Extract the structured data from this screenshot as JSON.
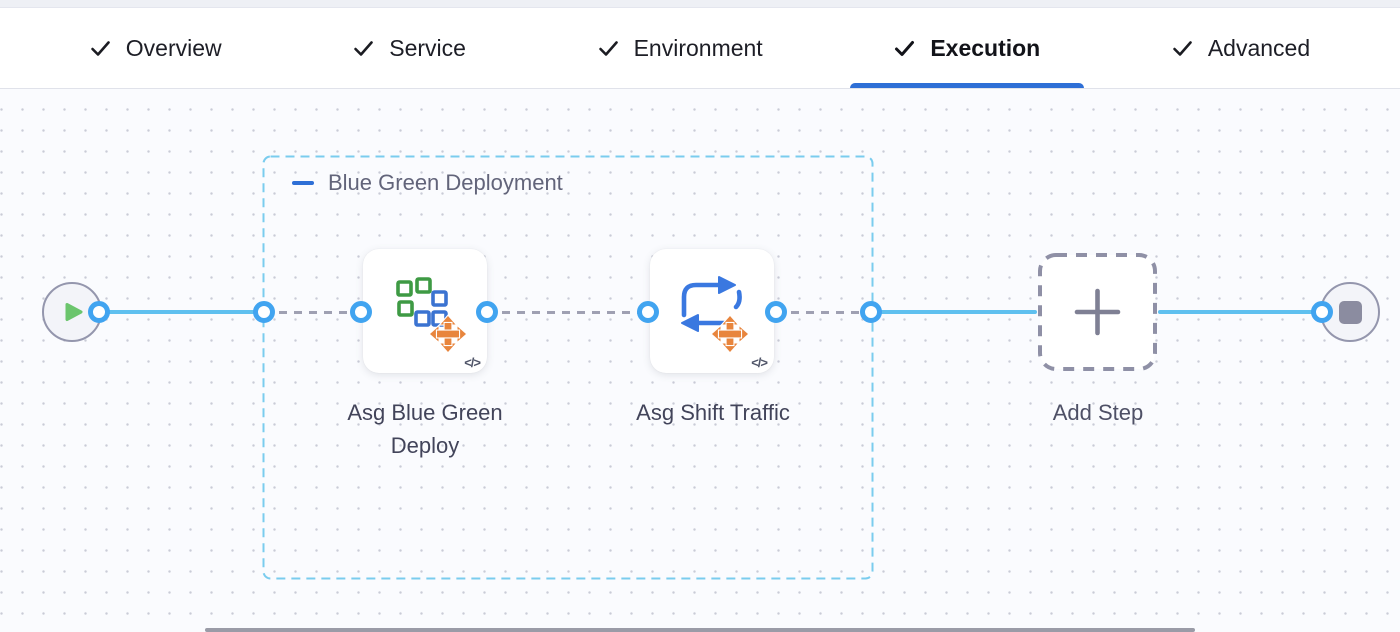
{
  "tabs": {
    "active": "Execution",
    "items": [
      {
        "label": "Overview",
        "checked": true,
        "icon": "check-icon"
      },
      {
        "label": "Service",
        "checked": true,
        "icon": "check-icon"
      },
      {
        "label": "Environment",
        "checked": true,
        "icon": "check-icon"
      },
      {
        "label": "Execution",
        "checked": true,
        "icon": "check-icon"
      },
      {
        "label": "Advanced",
        "checked": true,
        "icon": "check-icon"
      }
    ]
  },
  "canvas": {
    "group": {
      "label": "Blue Green Deployment",
      "collapse_icon": "minus-icon",
      "expanded": true
    },
    "start_node": {
      "icon": "play-icon"
    },
    "end_node": {
      "icon": "stop-icon"
    },
    "steps": [
      {
        "label": "Asg Blue Green Deploy",
        "icon": "asg-blue-green-squares-icon",
        "overlay_icon": "move-arrows-icon",
        "badge": "</>"
      },
      {
        "label": "Asg Shift Traffic",
        "icon": "swap-arrows-icon",
        "overlay_icon": "move-arrows-icon",
        "badge": "</>"
      }
    ],
    "add_step": {
      "label": "Add Step",
      "icon": "plus-icon"
    },
    "code_badge": "</>"
  },
  "colors": {
    "accent_blue": "#2e6fd6",
    "connector_blue": "#5fc0ef",
    "port_blue": "#41a4f0",
    "group_border": "#7accee",
    "dashed_gray": "#9fa0b2",
    "icon_green": "#3e9a44",
    "icon_blue": "#3b73d1",
    "icon_orange": "#e8853d",
    "node_gray": "#8b8ca0",
    "play_green": "#6bc56d"
  }
}
